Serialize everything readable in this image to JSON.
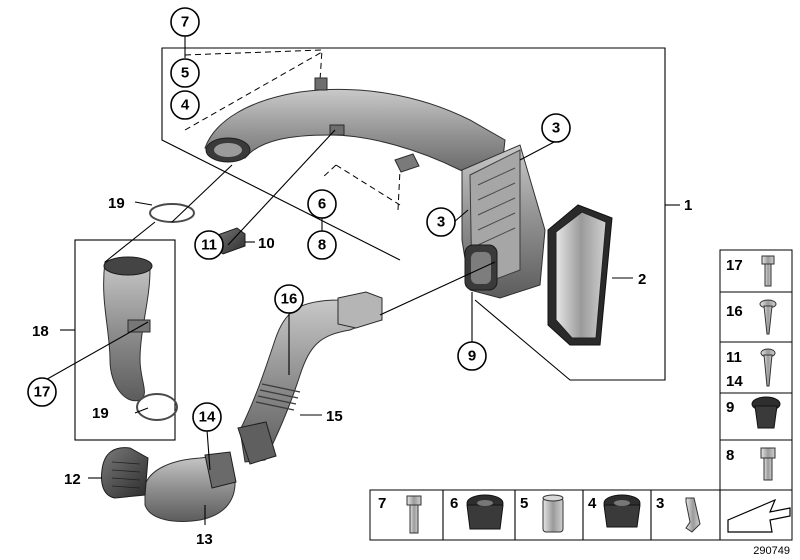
{
  "diagram": {
    "reference_number": "290749",
    "callouts": [
      {
        "id": "c7-top",
        "label": "7"
      },
      {
        "id": "c5-top",
        "label": "5"
      },
      {
        "id": "c4-top",
        "label": "4"
      },
      {
        "id": "c3-upper",
        "label": "3"
      },
      {
        "id": "c3-mid",
        "label": "3"
      },
      {
        "id": "c6",
        "label": "6"
      },
      {
        "id": "c8",
        "label": "8"
      },
      {
        "id": "c11",
        "label": "11"
      },
      {
        "id": "c16",
        "label": "16"
      },
      {
        "id": "c9",
        "label": "9"
      },
      {
        "id": "c17",
        "label": "17"
      },
      {
        "id": "c14",
        "label": "14"
      }
    ],
    "plain_labels": [
      {
        "id": "l1",
        "label": "1"
      },
      {
        "id": "l2",
        "label": "2"
      },
      {
        "id": "l19-top",
        "label": "19"
      },
      {
        "id": "l10",
        "label": "10"
      },
      {
        "id": "l18",
        "label": "18"
      },
      {
        "id": "l19-bottom",
        "label": "19"
      },
      {
        "id": "l12",
        "label": "12"
      },
      {
        "id": "l13",
        "label": "13"
      },
      {
        "id": "l15",
        "label": "15"
      }
    ],
    "side_panel": [
      {
        "id": "sp17",
        "labels": [
          "17"
        ]
      },
      {
        "id": "sp16",
        "labels": [
          "16"
        ]
      },
      {
        "id": "sp11",
        "labels": [
          "11",
          "14"
        ]
      },
      {
        "id": "sp9",
        "labels": [
          "9"
        ]
      },
      {
        "id": "sp8",
        "labels": [
          "8"
        ]
      }
    ],
    "bottom_panel": [
      {
        "id": "bp7",
        "label": "7"
      },
      {
        "id": "bp6",
        "label": "6"
      },
      {
        "id": "bp5",
        "label": "5"
      },
      {
        "id": "bp4",
        "label": "4"
      },
      {
        "id": "bp3",
        "label": "3"
      }
    ],
    "colors": {
      "part_light": "#c4c4c4",
      "part_mid": "#8e8e8e",
      "part_dark": "#4a4a4a",
      "line": "#000000"
    }
  }
}
